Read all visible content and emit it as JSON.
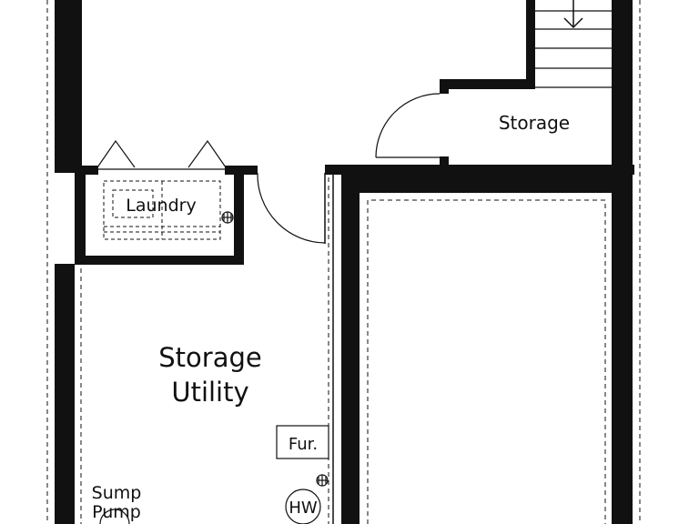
{
  "rooms": {
    "storage_top": "Storage",
    "laundry": "Laundry",
    "storage_utility_line1": "Storage",
    "storage_utility_line2": "Utility",
    "furnace": "Fur.",
    "water_heater": "HW",
    "sump_pump_line1": "Sump",
    "sump_pump_line2": "Pump"
  },
  "colors": {
    "wall": "#111111",
    "line": "#111111",
    "background": "#ffffff"
  }
}
